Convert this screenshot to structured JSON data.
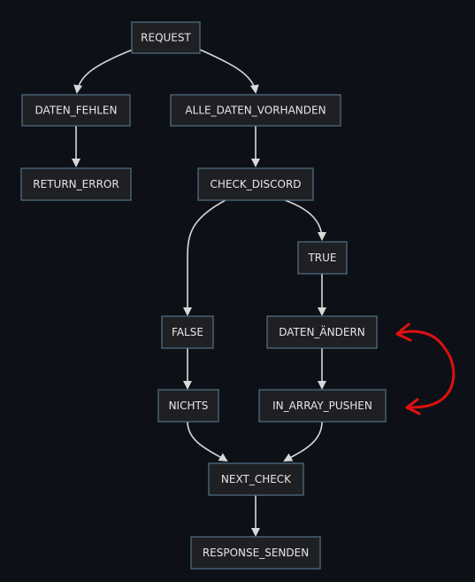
{
  "colors": {
    "background": "#0d1117",
    "node_fill": "#1f2023",
    "node_border": "#4e6b80",
    "node_text": "#e6e6e6",
    "edge": "#d9d9d9",
    "annotation": "#e01010"
  },
  "nodes": {
    "request": "REQUEST",
    "daten_fehlen": "DATEN_FEHLEN",
    "alle_daten_vorhanden": "ALLE_DATEN_VORHANDEN",
    "return_error": "RETURN_ERROR",
    "check_discord": "CHECK_DISCORD",
    "true": "TRUE",
    "false": "FALSE",
    "daten_aendern": "DATEN_ÄNDERN",
    "nichts": "NICHTS",
    "in_array_pushen": "IN_ARRAY_PUSHEN",
    "next_check": "NEXT_CHECK",
    "response_senden": "RESPONSE_SENDEN"
  },
  "edges": [
    [
      "request",
      "daten_fehlen"
    ],
    [
      "request",
      "alle_daten_vorhanden"
    ],
    [
      "daten_fehlen",
      "return_error"
    ],
    [
      "alle_daten_vorhanden",
      "check_discord"
    ],
    [
      "check_discord",
      "false"
    ],
    [
      "check_discord",
      "true"
    ],
    [
      "true",
      "daten_aendern"
    ],
    [
      "false",
      "nichts"
    ],
    [
      "daten_aendern",
      "in_array_pushen"
    ],
    [
      "nichts",
      "next_check"
    ],
    [
      "in_array_pushen",
      "next_check"
    ],
    [
      "next_check",
      "response_senden"
    ]
  ],
  "annotation": {
    "type": "hand-drawn-arrow",
    "from": "daten_aendern",
    "to": "in_array_pushen",
    "color": "#e01010"
  }
}
